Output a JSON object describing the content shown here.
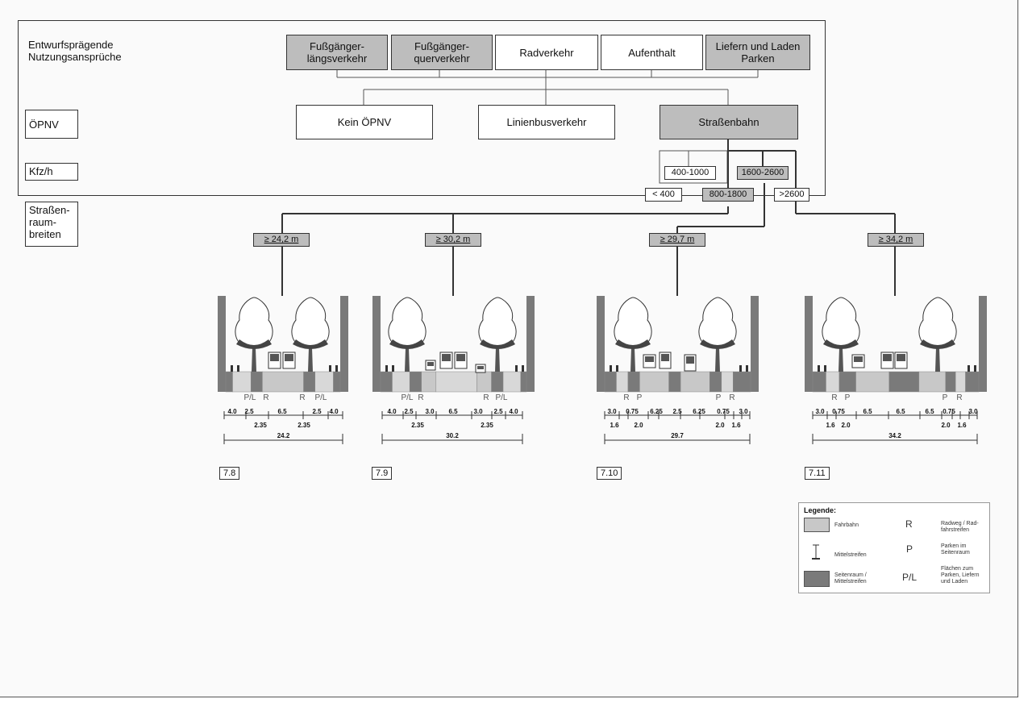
{
  "row_labels": {
    "nutzung_line1": "Entwurfsprägende",
    "nutzung_line2": "Nutzungsansprüche",
    "oepnv": "ÖPNV",
    "kfz": "Kfz/h",
    "strassen_1": "Straßen-",
    "strassen_2": "raum-",
    "strassen_3": "breiten"
  },
  "nutzung": {
    "fuss_laengs_1": "Fußgänger-",
    "fuss_laengs_2": "längsverkehr",
    "fuss_quer_1": "Fußgänger-",
    "fuss_quer_2": "querverkehr",
    "radverkehr": "Radverkehr",
    "aufenthalt": "Aufenthalt",
    "liefern_1": "Liefern und Laden",
    "liefern_2": "Parken"
  },
  "oepnv": {
    "kein": "Kein ÖPNV",
    "linienbus": "Linienbusverkehr",
    "strassenbahn": "Straßenbahn"
  },
  "kfz": {
    "k400_1000": "400-1000",
    "k1600_2600": "1600-2600",
    "lt400": "< 400",
    "k800_1800": "800-1800",
    "gt2600": ">2600"
  },
  "widths": {
    "w1": "≥ 24,2 m",
    "w2": "≥ 30,2 m",
    "w3": "≥ 29,7 m",
    "w4": "≥ 34,2 m"
  },
  "sections": [
    {
      "number": "7.8",
      "labels": [
        "P/L",
        "R",
        "R",
        "P/L"
      ],
      "row1": [
        "4.0",
        "2.5",
        "6.5",
        "2.5",
        "4.0"
      ],
      "row2": [
        "2.35",
        "2.35"
      ],
      "total": "24.2"
    },
    {
      "number": "7.9",
      "labels": [
        "P/L",
        "R",
        "R",
        "P/L"
      ],
      "row1": [
        "4.0",
        "2.5",
        "3.0",
        "6.5",
        "3.0",
        "2.5",
        "4.0"
      ],
      "row2": [
        "2.35",
        "2.35"
      ],
      "total": "30.2"
    },
    {
      "number": "7.10",
      "labels": [
        "R",
        "P",
        "P",
        "R"
      ],
      "row1": [
        "3.0",
        "0.75",
        "6.25",
        "2.5",
        "6.25",
        "0.75",
        "3.0"
      ],
      "row2": [
        "1.6",
        "2.0",
        "2.0",
        "1.6"
      ],
      "total": "29.7"
    },
    {
      "number": "7.11",
      "labels": [
        "R",
        "P",
        "P",
        "R"
      ],
      "row1": [
        "3.0",
        "0.75",
        "6.5",
        "6.5",
        "6.5",
        "0.75",
        "3.0"
      ],
      "row2": [
        "1.6",
        "2.0",
        "2.0",
        "1.6"
      ],
      "total": "34.2"
    }
  ],
  "legend": {
    "title": "Legende:",
    "fahrbahn": "Fahrbahn",
    "mittelstreifen": "Mittelstreifen",
    "seitenraum_1": "Seitenraum /",
    "seitenraum_2": "Mittelstreifen",
    "r_sym": "R",
    "r_1": "Radweg / Rad-",
    "r_2": "fahrstreifen",
    "p_sym": "P",
    "p_1": "Parken im",
    "p_2": "Seitenraum",
    "pl_sym": "P/L",
    "pl_1": "Flächen zum",
    "pl_2": "Parken, Liefern",
    "pl_3": "und Laden"
  },
  "colors": {
    "dark_box": "#bdbdbd",
    "fahrbahn": "#c8c8c8",
    "seitenraum": "#7a7a7a",
    "line": "#333333"
  }
}
